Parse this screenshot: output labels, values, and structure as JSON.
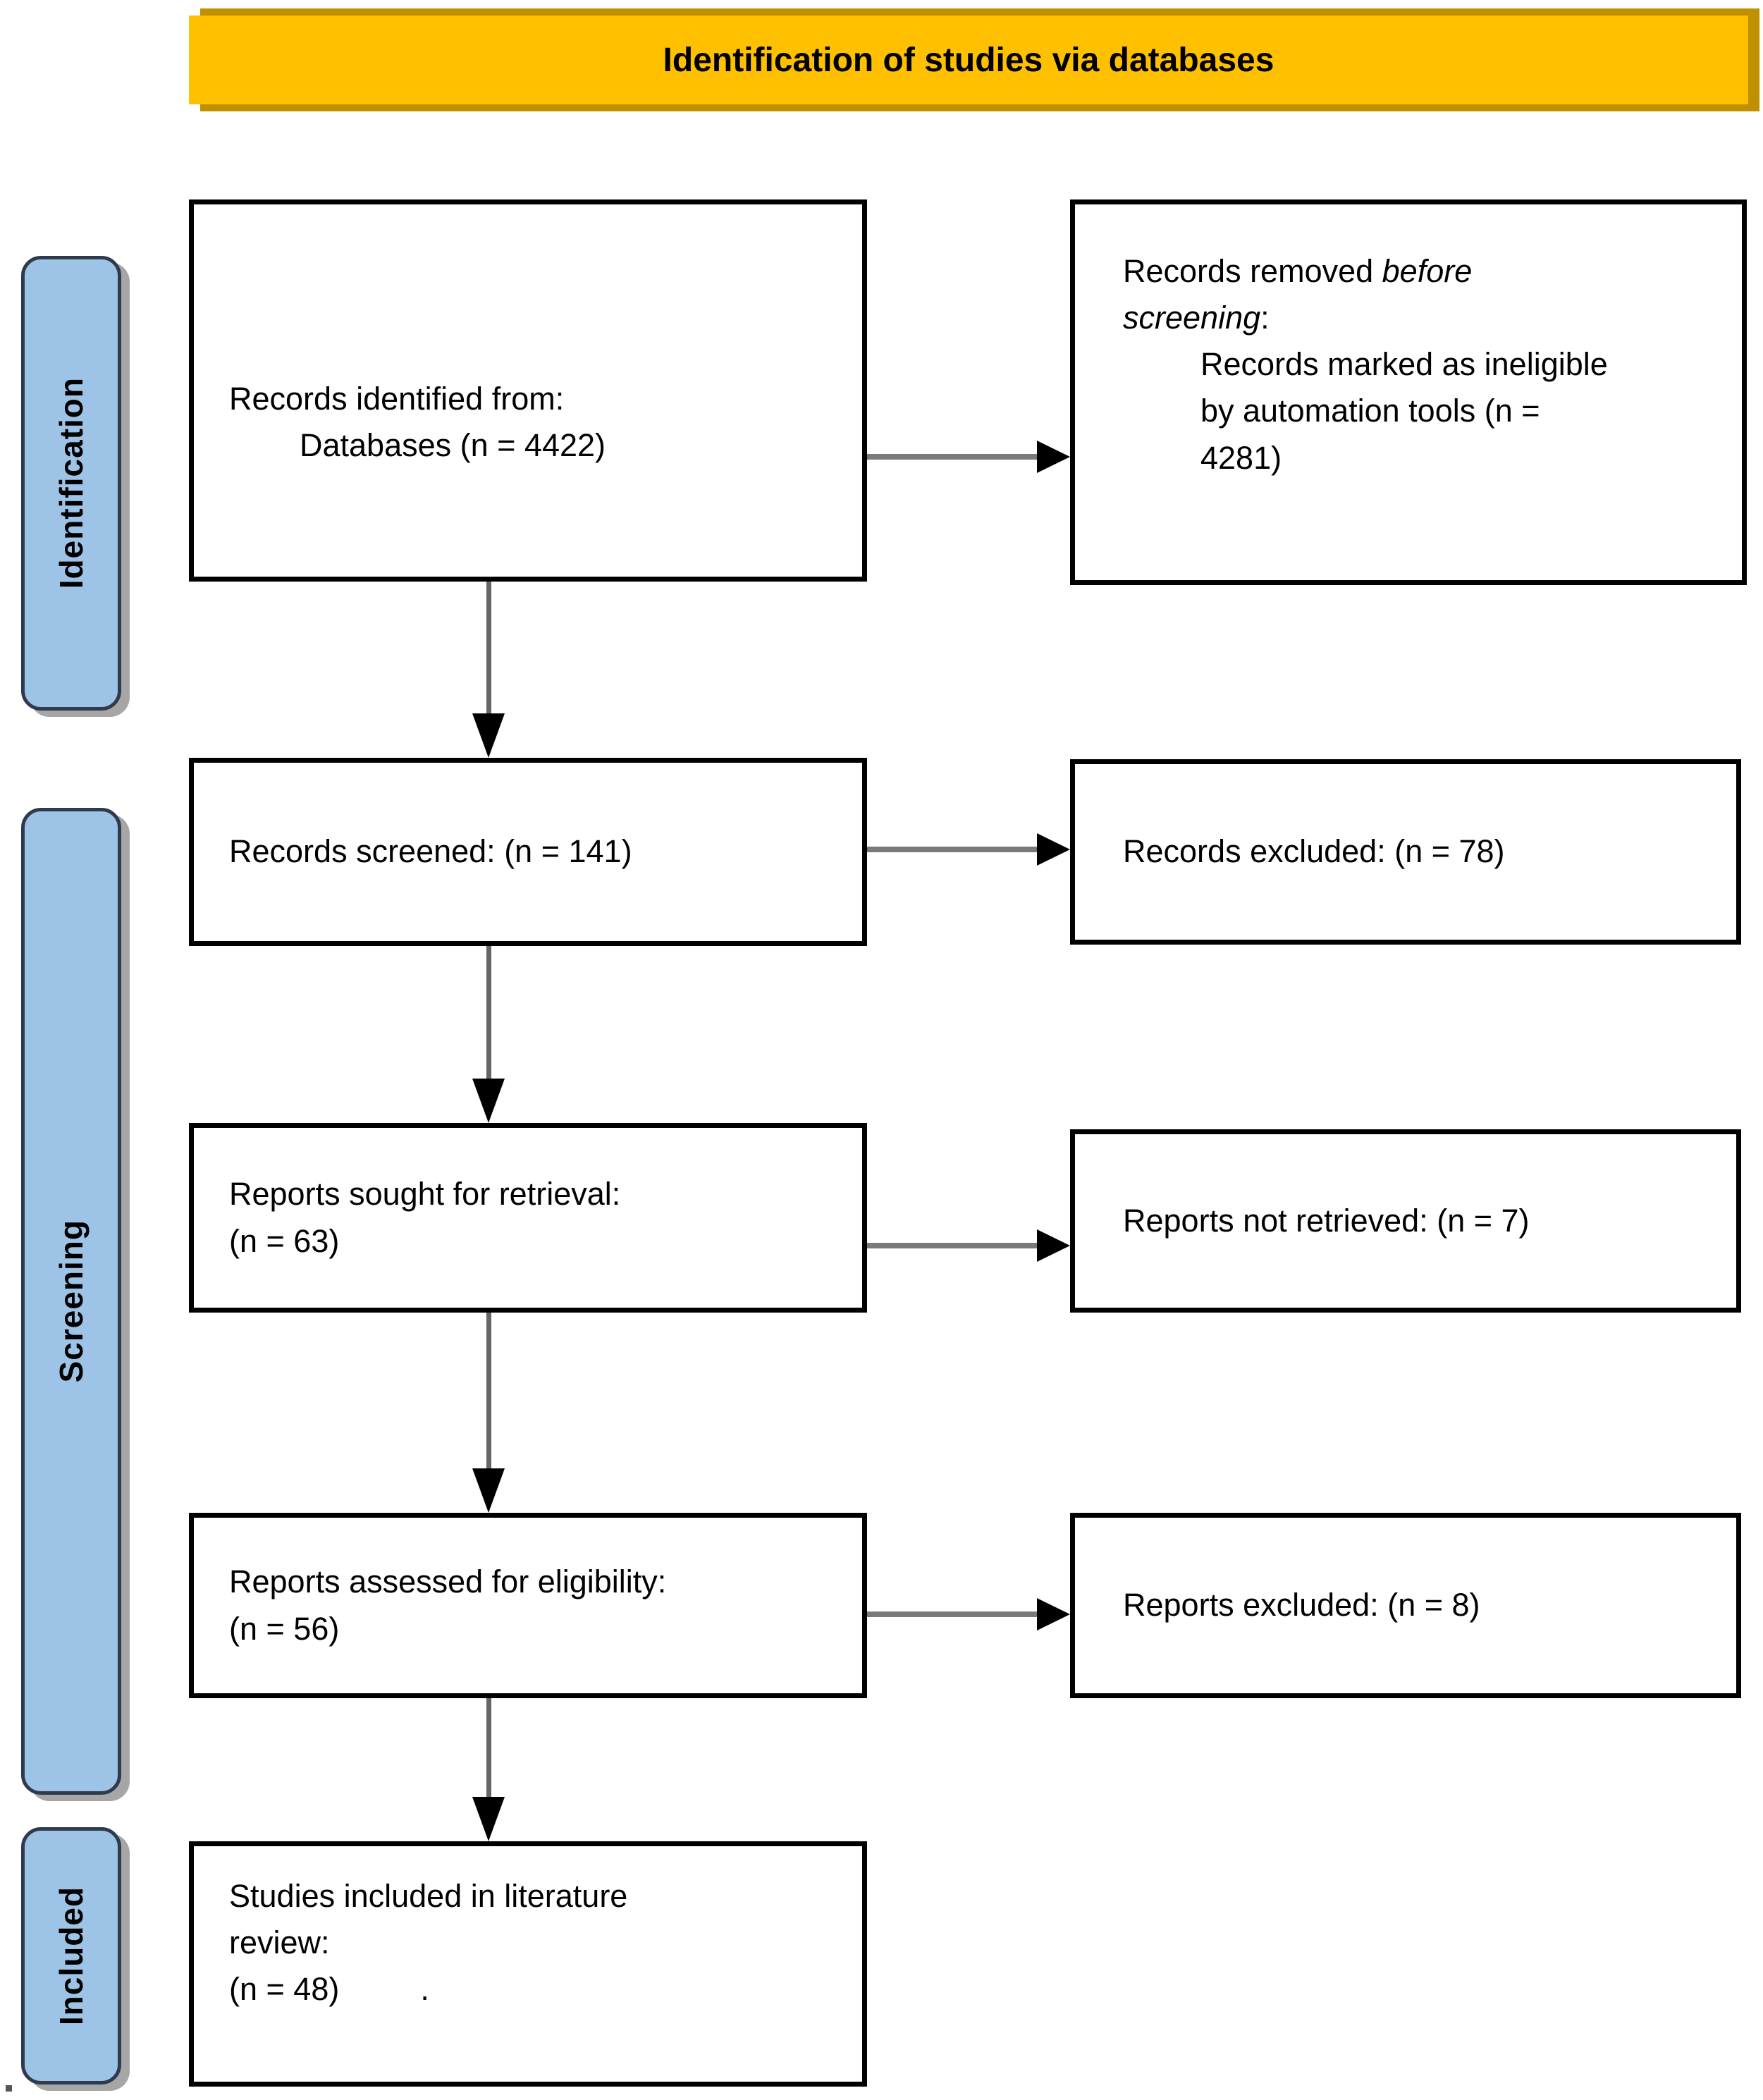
{
  "banner": {
    "title": "Identification of studies via databases"
  },
  "side_labels": {
    "identification": "Identification",
    "screening": "Screening",
    "included": "Included"
  },
  "boxes": {
    "records_identified": {
      "line1": "Records identified from:",
      "line2": "Databases (n = 4422)"
    },
    "records_removed": {
      "l1_regular": "Records removed ",
      "l1_italic": "before",
      "l2_italic": "screening",
      "l2_regular": ":",
      "sub_line1": "Records marked as ineligible",
      "sub_line2": "by automation tools (n =",
      "sub_line3": "4281)"
    },
    "records_screened": {
      "text": "Records screened: (n = 141)"
    },
    "records_excluded": {
      "text": "Records excluded: (n = 78)"
    },
    "reports_sought": {
      "line1": "Reports sought for retrieval:",
      "line2": "(n = 63)"
    },
    "reports_not_retrieved": {
      "text": "Reports not retrieved: (n = 7)"
    },
    "reports_assessed": {
      "line1": "Reports assessed for eligibility:",
      "line2": "(n = 56)"
    },
    "reports_excluded": {
      "text": "Reports excluded: (n = 8)"
    },
    "studies_included": {
      "line1": "Studies included in literature",
      "line2": "review:",
      "line3": "(n = 48)",
      "stray_dot": "."
    }
  },
  "colors": {
    "banner_fill": "#FFC000",
    "banner_shadow": "#BF9000",
    "side_label_fill": "#9DC3E6",
    "side_label_border": "#2F3B4C",
    "box_border": "#000000",
    "arrow_line": "#6B6B6B",
    "arrowhead": "#000000"
  }
}
